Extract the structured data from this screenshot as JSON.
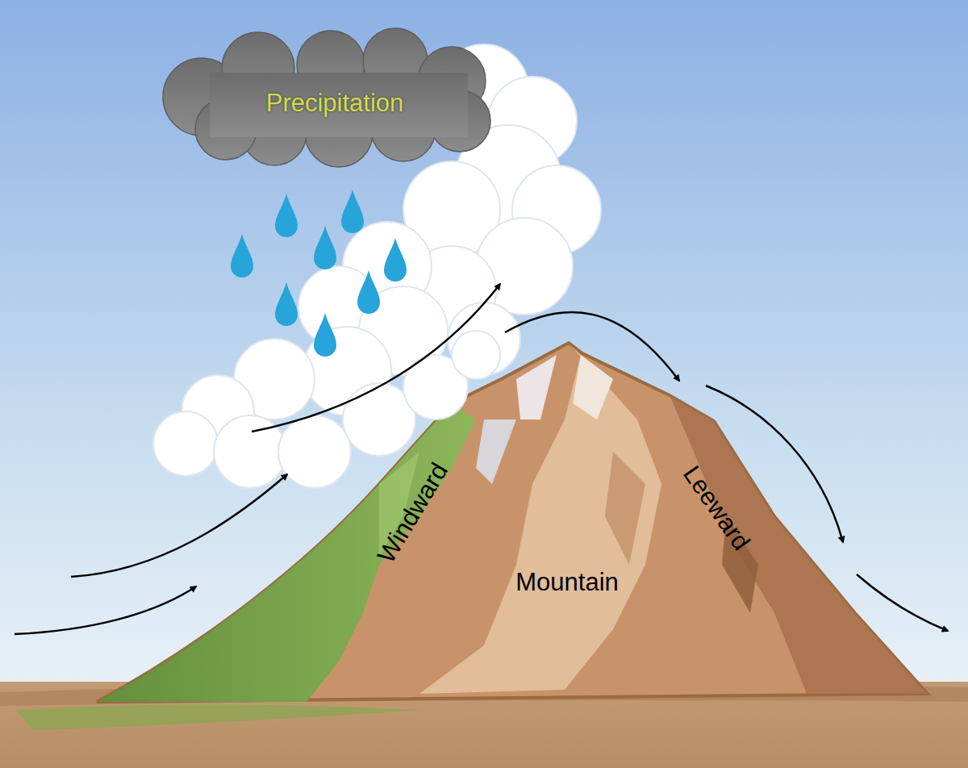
{
  "diagram": {
    "labels": [
      "Precipitation",
      "Windward",
      "Mountain",
      "Leeward"
    ]
  }
}
